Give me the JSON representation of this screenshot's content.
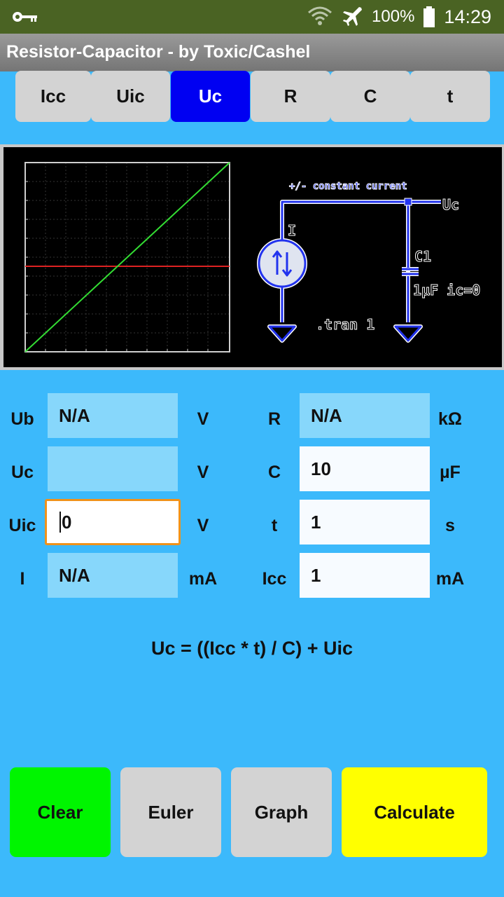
{
  "status": {
    "battery": "100%",
    "time": "14:29",
    "icons": [
      "key-icon",
      "wifi-icon",
      "airplane-icon",
      "battery-icon"
    ]
  },
  "app_title": "Resistor-Capacitor  -  by Toxic/Cashel",
  "tabs": [
    {
      "label": "Icc",
      "active": false
    },
    {
      "label": "Uic",
      "active": false
    },
    {
      "label": "Uc",
      "active": true
    },
    {
      "label": "R",
      "active": false
    },
    {
      "label": "C",
      "active": false
    },
    {
      "label": "t",
      "active": false
    }
  ],
  "schematic": {
    "source_label": "+/- constant current",
    "current_label": "I",
    "output_label": "Uc",
    "cap_label": "C1",
    "cap_value": "1µF ic=0",
    "sim_label": ".tran 1"
  },
  "fields": {
    "ub": {
      "label": "Ub",
      "value": "N/A",
      "unit": "V"
    },
    "uc": {
      "label": "Uc",
      "value": "",
      "unit": "V"
    },
    "uic": {
      "label": "Uic",
      "value": "0",
      "unit": "V"
    },
    "i": {
      "label": "I",
      "value": "N/A",
      "unit": "mA"
    },
    "r": {
      "label": "R",
      "value": "N/A",
      "unit": "kΩ"
    },
    "c": {
      "label": "C",
      "value": "10",
      "unit": "µF"
    },
    "t": {
      "label": "t",
      "value": "1",
      "unit": "s"
    },
    "icc": {
      "label": "Icc",
      "value": "1",
      "unit": "mA"
    }
  },
  "formula": "Uc = ((Icc * t) / C) + Uic",
  "buttons": {
    "clear": "Clear",
    "euler": "Euler",
    "graph": "Graph",
    "calculate": "Calculate"
  },
  "colors": {
    "background": "#3cb9fb",
    "active_tab": "#0000f2",
    "clear_button": "#00f500",
    "calculate_button": "#ffff00",
    "focus_border": "#f0921a",
    "trace_green": "#33dd33",
    "trace_red": "#dd2222",
    "schematic_blue": "#2233ee"
  }
}
